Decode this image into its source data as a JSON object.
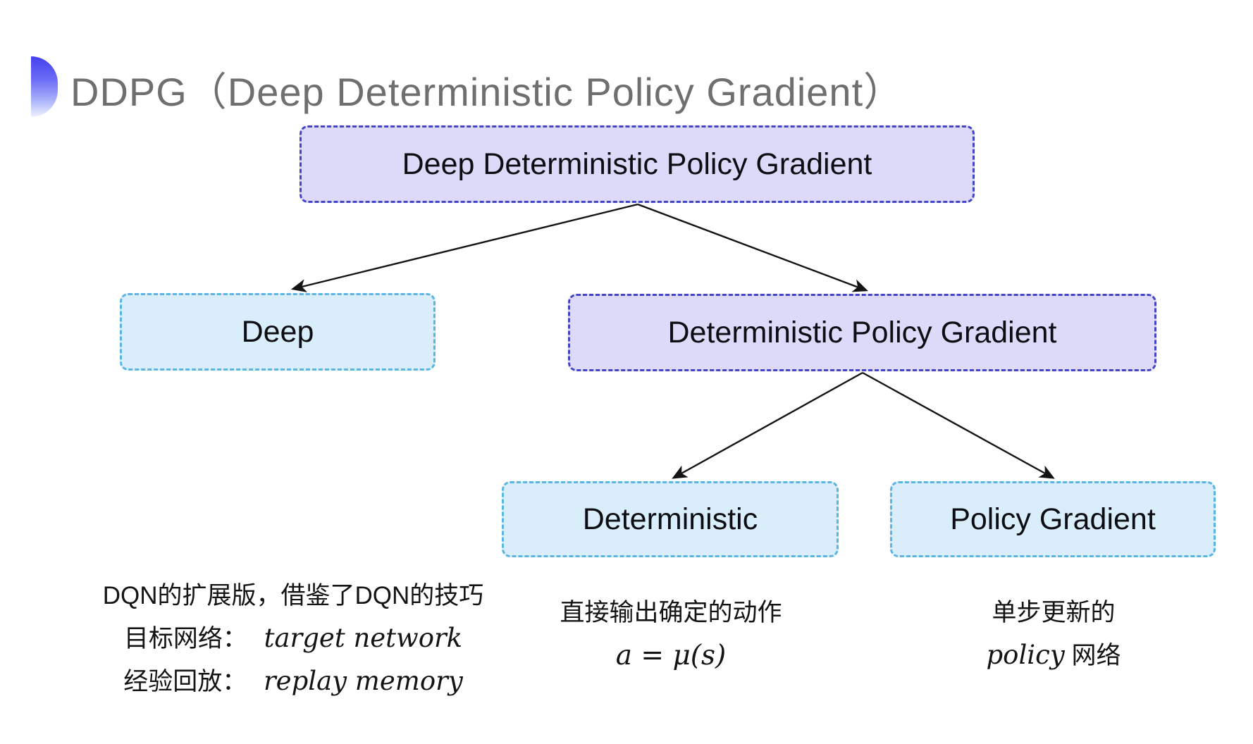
{
  "title": {
    "text": "DDPG（Deep Deterministic Policy Gradient）"
  },
  "tree": {
    "root": {
      "label": "Deep Deterministic Policy Gradient",
      "variant": "purple"
    },
    "level2": [
      {
        "label": "Deep",
        "variant": "cyan"
      },
      {
        "label": "Deterministic Policy Gradient",
        "variant": "purple"
      }
    ],
    "level3": [
      {
        "label": "Deterministic",
        "variant": "cyan"
      },
      {
        "label": "Policy Gradient",
        "variant": "cyan"
      }
    ]
  },
  "notes": {
    "deep": {
      "line1": "DQN的扩展版，借鉴了DQN的技巧",
      "line2_label": "目标网络：",
      "line2_term": "target network",
      "line3_label": "经验回放：",
      "line3_term": "replay memory"
    },
    "deterministic": {
      "line1": "直接输出确定的动作",
      "formula": "a = μ(s)"
    },
    "policy_gradient": {
      "line1": "单步更新的",
      "line2_term": "policy",
      "line2_suffix": "网络"
    }
  },
  "colors": {
    "purple_fill": "#dcdaf8",
    "purple_border": "#4345c5",
    "cyan_fill": "#d9eefa",
    "cyan_border": "#5ab5e5",
    "arrow": "#141414",
    "title_gray": "#6f6f6f",
    "bullet_blue_top": "#4340ef",
    "bullet_blue_bottom": "#eef1fe",
    "node_text": "#0d0d14"
  }
}
